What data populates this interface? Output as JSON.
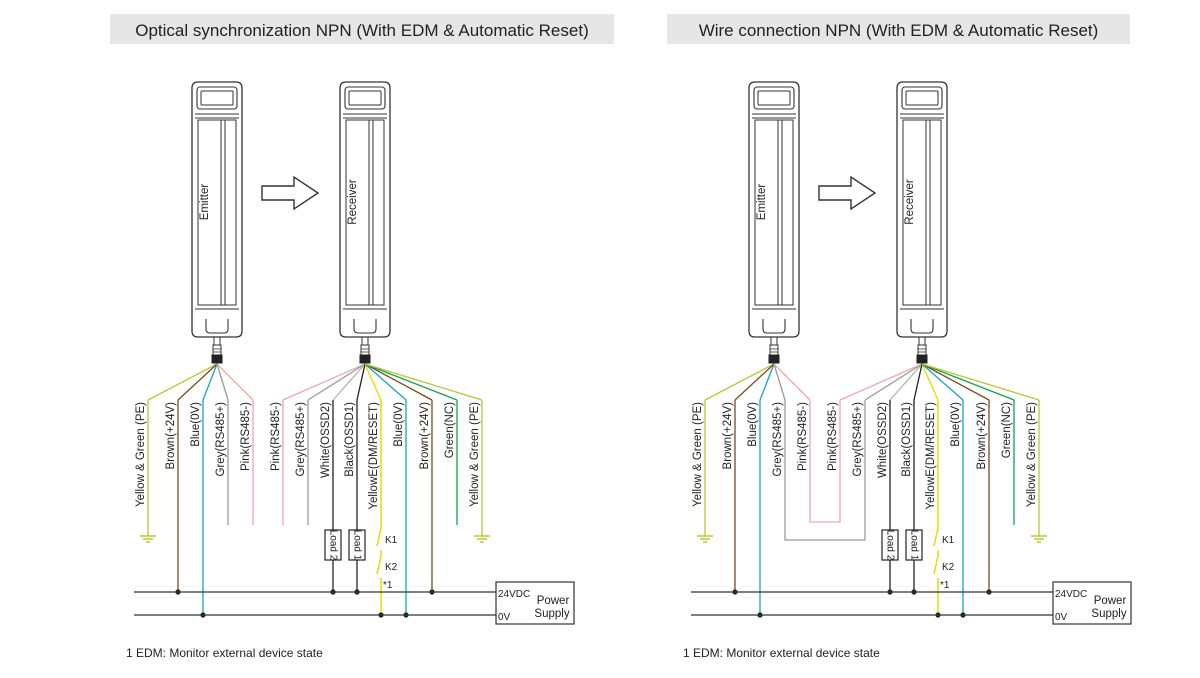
{
  "colors": {
    "yellow_green": "#b6c832",
    "brown": "#7a4a1e",
    "blue": "#1aa0c8",
    "grey": "#9a9a9a",
    "pink": "#f0a8a8",
    "white": "#b4b4b4",
    "black": "#222222",
    "yellow": "#ecd800",
    "green": "#12a04c",
    "title_bg": "#e6e6e6"
  },
  "panels": [
    {
      "title": "Optical synchronization NPN (With EDM & Automatic Reset)",
      "emitter_label": "Emitter",
      "receiver_label": "Receiver",
      "emitter_wires": [
        "Yellow & Green (PE)",
        "Brown(+24V)",
        "Blue(0V)",
        "Grey(RS485+)",
        "Pink(RS485-)"
      ],
      "receiver_wires": [
        "Pink(RS485-)",
        "Grey(RS485+)",
        "White(OSSD2)",
        "Black(OSSD1)",
        "YellowE(DM/RESET)",
        "Blue(0V)",
        "Brown(+24V)",
        "Green(NC)",
        "Yellow & Green (PE)"
      ],
      "load1": "Load 1",
      "load2": "Load 2",
      "k1": "K1",
      "k2": "K2",
      "star": "*1",
      "supply_v": "24VDC",
      "supply_0": "0V",
      "supply_name1": "Power",
      "supply_name2": "Supply",
      "note": "1 EDM: Monitor external device state"
    },
    {
      "title": "Wire connection NPN (With EDM & Automatic Reset)",
      "emitter_label": "Emitter",
      "receiver_label": "Receiver",
      "emitter_wires": [
        "Yellow & Green (PE)",
        "Brown(+24V)",
        "Blue(0V)",
        "Grey(RS485+)",
        "Pink(RS485-)"
      ],
      "receiver_wires": [
        "Pink(RS485-)",
        "Grey(RS485+)",
        "White(OSSD2)",
        "Black(OSSD1)",
        "YellowE(DM/RESET)",
        "Blue(0V)",
        "Brown(+24V)",
        "Green(NC)",
        "Yellow & Green (PE)"
      ],
      "load1": "Load 1",
      "load2": "Load 2",
      "k1": "K1",
      "k2": "K2",
      "star": "*1",
      "supply_v": "24VDC",
      "supply_0": "0V",
      "supply_name1": "Power",
      "supply_name2": "Supply",
      "note": "1 EDM: Monitor external device state"
    }
  ]
}
